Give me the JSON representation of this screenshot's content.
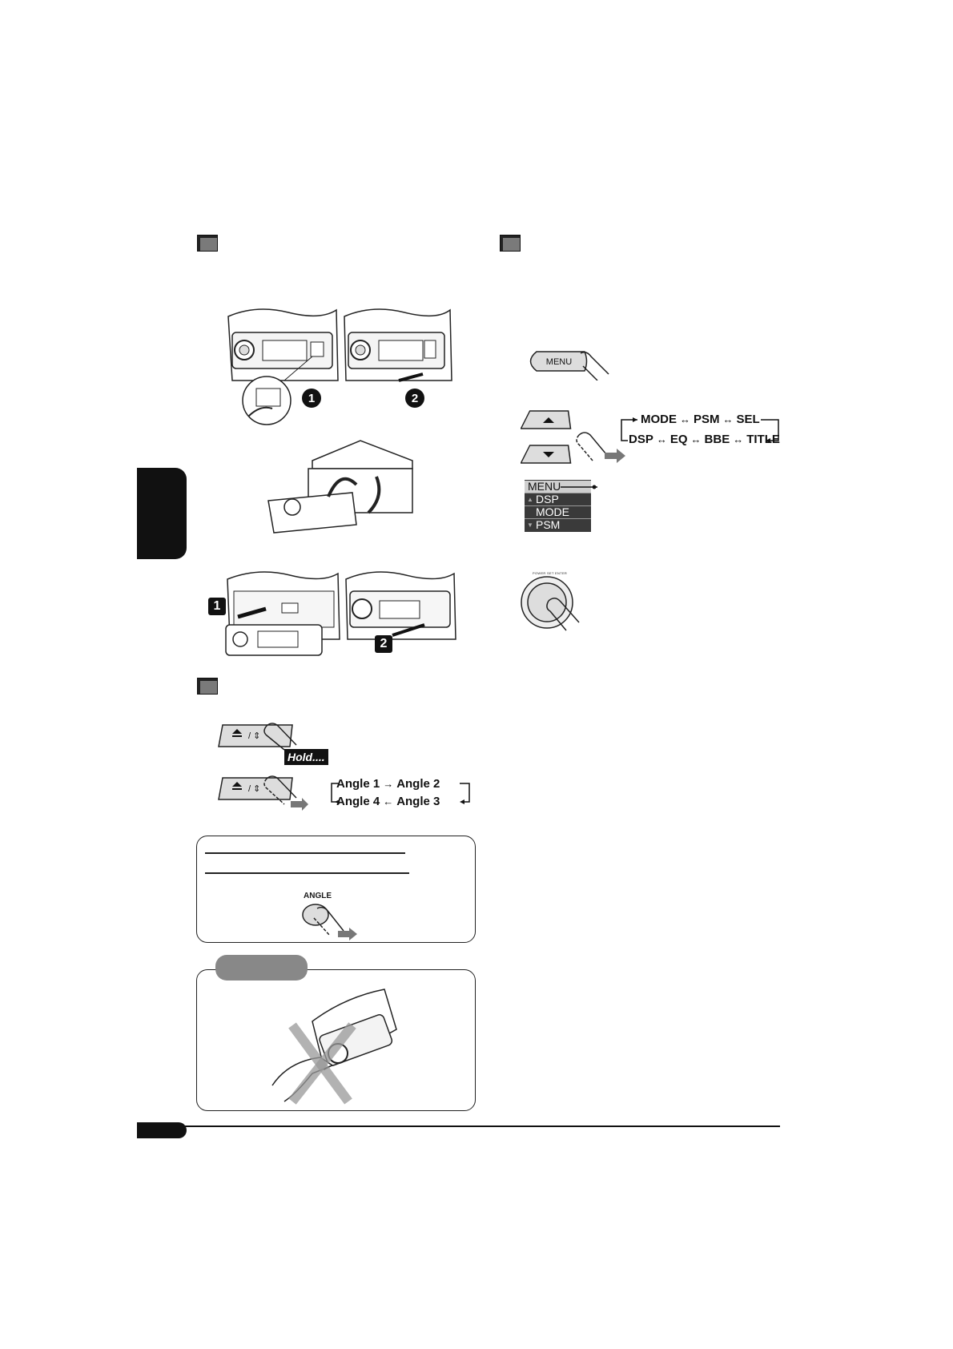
{
  "icons": [
    "section-marker-icon",
    "hand-press-icon",
    "arrow-right-icon",
    "car-stereo-illustration"
  ],
  "colors": {
    "ink": "#111111",
    "marker_gray": "#7a7a7a",
    "lcd_bg": "#3a3a3a",
    "caution_tab": "#888888"
  },
  "left": {
    "step_numbers": [
      "1",
      "2"
    ],
    "hold_label": "Hold....",
    "angle_button_label": "ANGLE",
    "angle_flow": {
      "a1": "Angle 1",
      "a2": "Angle 2",
      "a3": "Angle 3",
      "a4": "Angle 4"
    }
  },
  "right": {
    "menu_button_label": "MENU",
    "menu_flow_top": {
      "mode": "MODE",
      "psm": "PSM",
      "sel": "SEL"
    },
    "menu_flow_bottom": {
      "dsp": "DSP",
      "eq": "EQ",
      "bbe": "BBE",
      "title": "TITLE"
    },
    "lcd": {
      "header": "MENU",
      "item1": "DSP",
      "item2": "MODE",
      "item3": "PSM"
    },
    "knob_label": "POWER SET ENTER"
  }
}
